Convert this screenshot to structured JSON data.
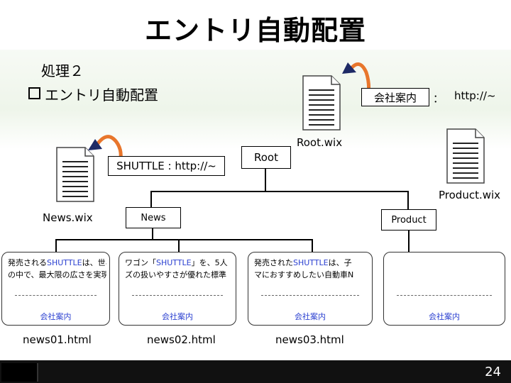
{
  "slide": {
    "title": "エントリ自動配置",
    "step": "処理２",
    "heading": "エントリ自動配置",
    "page_number": "24"
  },
  "nodes": {
    "root_label": "Root",
    "root_file": "Root.wix",
    "root_entry": "会社案内",
    "root_entry_sep": "：",
    "root_entry_url": "http://~",
    "shuttle_entry": "SHUTTLE : http://~",
    "news_label": "News",
    "news_file": "News.wix",
    "product_label": "Product",
    "product_file": "Product.wix"
  },
  "pages": [
    {
      "text1a": "発売される",
      "text1b": "SHUTTLE",
      "text1c": "は、世界",
      "text2": "の中で、最大限の広さを実現し",
      "dashes": "-------------------------------",
      "link": "会社案内",
      "file": "news01.html"
    },
    {
      "text1a": "ワゴン「",
      "text1b": "SHUTTLE",
      "text1c": "」を、5人",
      "text2": "ズの扱いやすさが優れた標準",
      "dashes": "-------------------------------",
      "link": "会社案内",
      "file": "news02.html"
    },
    {
      "text1a": "発売された",
      "text1b": "SHUTTLE",
      "text1c": "は、子",
      "text2": "マにおすすめしたい自動車N",
      "dashes": "-------------------------------",
      "link": "会社案内",
      "file": "news03.html"
    },
    {
      "text1a": "",
      "text1b": "",
      "text1c": "",
      "text2": "",
      "dashes": "-------------------------------",
      "link": "会社案内",
      "file": ""
    }
  ],
  "colors": {
    "link": "#2a3fd0",
    "arrow": "#e8762c"
  }
}
